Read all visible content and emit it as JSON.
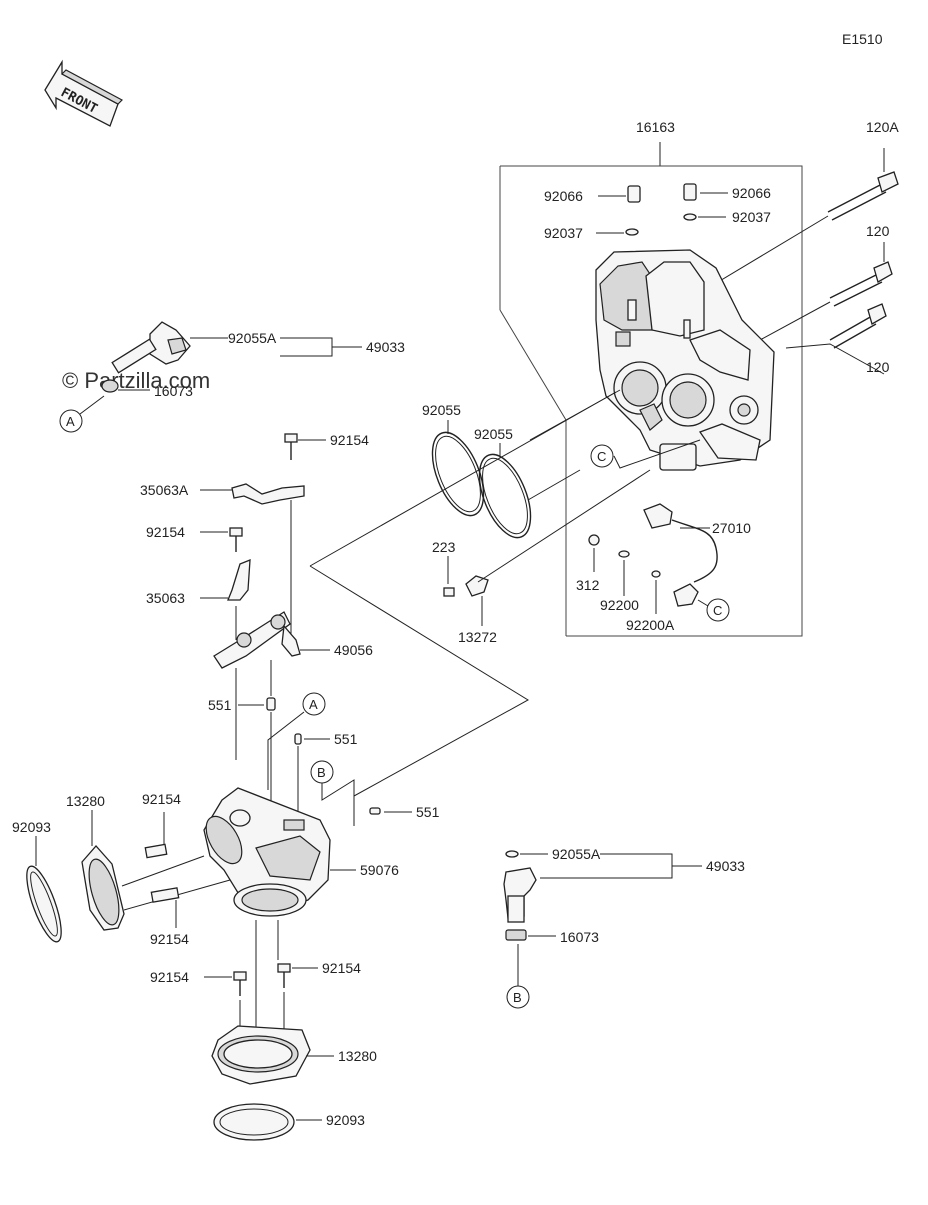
{
  "diagram_code": "E1510",
  "front_label": "FRONT",
  "watermark": "© Partzilla.com",
  "parts": {
    "p16163": "16163",
    "p120A": "120A",
    "p120_top": "120",
    "p120_bottom": "120",
    "p92066_left": "92066",
    "p92066_right": "92066",
    "p92037_left": "92037",
    "p92037_right": "92037",
    "p92055A_top": "92055A",
    "p49033_top": "49033",
    "p16073_top": "16073",
    "p92055_a": "92055",
    "p92055_b": "92055",
    "p92154_1": "92154",
    "p35063A": "35063A",
    "p92154_2": "92154",
    "p35063": "35063",
    "p49056": "49056",
    "p551_a": "551",
    "p551_b": "551",
    "p551_c": "551",
    "p27010": "27010",
    "p223": "223",
    "p13272": "13272",
    "p312": "312",
    "p92200": "92200",
    "p92200A": "92200A",
    "p13280_left": "13280",
    "p92154_3": "92154",
    "p92093_left": "92093",
    "p59076": "59076",
    "p92154_4": "92154",
    "p92154_5": "92154",
    "p92154_6": "92154",
    "p13280_bottom": "13280",
    "p92093_bottom": "92093",
    "p92055A_bottom": "92055A",
    "p49033_bottom": "49033",
    "p16073_bottom": "16073"
  },
  "callouts": {
    "A_1": "A",
    "A_2": "A",
    "B_1": "B",
    "B_2": "B",
    "C_1": "C",
    "C_2": "C"
  }
}
